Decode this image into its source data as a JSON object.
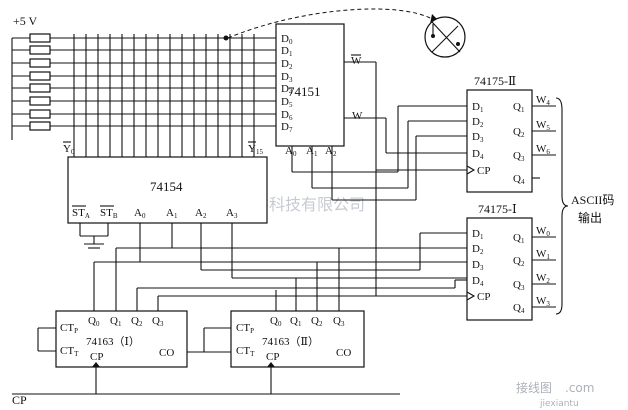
{
  "supply": {
    "label": "+5 V"
  },
  "mux": {
    "name": "74151",
    "inputs": [
      "D",
      "D",
      "D",
      "D",
      "D",
      "D",
      "D",
      "D"
    ],
    "input_subs": [
      "0",
      "1",
      "2",
      "3",
      "4",
      "5",
      "6",
      "7"
    ],
    "outputs": [
      "W",
      "W"
    ],
    "select": [
      "A",
      "A",
      "A"
    ],
    "select_subs": [
      "0",
      "1",
      "2"
    ]
  },
  "decoder": {
    "name": "74154",
    "out_first": "Y",
    "out_first_sub": "0",
    "out_last": "Y",
    "out_last_sub": "15",
    "enable": [
      "ST",
      "ST"
    ],
    "enable_subs": [
      "A",
      "B"
    ],
    "addr": [
      "A",
      "A",
      "A",
      "A"
    ],
    "addr_subs": [
      "0",
      "1",
      "2",
      "3"
    ]
  },
  "latch_top": {
    "name": "74175-Ⅱ",
    "inputs": [
      "D",
      "D",
      "D",
      "D"
    ],
    "input_subs": [
      "1",
      "2",
      "3",
      "4"
    ],
    "clock": "CP",
    "outputs": [
      "Q",
      "Q",
      "Q",
      "Q"
    ],
    "output_subs": [
      "1",
      "2",
      "3",
      "4"
    ],
    "signals": [
      "W",
      "W",
      "W"
    ],
    "signal_subs": [
      "4",
      "5",
      "6"
    ]
  },
  "latch_bottom": {
    "name": "74175-Ⅰ",
    "inputs": [
      "D",
      "D",
      "D",
      "D"
    ],
    "input_subs": [
      "1",
      "2",
      "3",
      "4"
    ],
    "clock": "CP",
    "outputs": [
      "Q",
      "Q",
      "Q",
      "Q"
    ],
    "output_subs": [
      "1",
      "2",
      "3",
      "4"
    ],
    "signals": [
      "W",
      "W",
      "W",
      "W"
    ],
    "signal_subs": [
      "0",
      "1",
      "2",
      "3"
    ]
  },
  "counter1": {
    "name": "74163（Ⅰ）",
    "pins_left": [
      "CT",
      "CT",
      "CP"
    ],
    "pins_left_subs": [
      "P",
      "T",
      ""
    ],
    "pins_top": [
      "Q",
      "Q",
      "Q",
      "Q"
    ],
    "pins_top_subs": [
      "0",
      "1",
      "2",
      "3"
    ],
    "carry": "CO"
  },
  "counter2": {
    "name": "74163（Ⅱ）",
    "pins_left": [
      "CT",
      "CT",
      "CP"
    ],
    "pins_left_subs": [
      "P",
      "T",
      ""
    ],
    "pins_top": [
      "Q",
      "Q",
      "Q",
      "Q"
    ],
    "pins_top_subs": [
      "0",
      "1",
      "2",
      "3"
    ],
    "carry": "CO"
  },
  "ascii_output": {
    "line1": "ASCII码",
    "line2": "输出"
  },
  "clock_in": {
    "label": "CP"
  },
  "watermarks": {
    "center": "杭州将睿科技有限公司",
    "corner": "接线图",
    "corner_domain": ".com",
    "corner_sub": "jiexiantu"
  }
}
